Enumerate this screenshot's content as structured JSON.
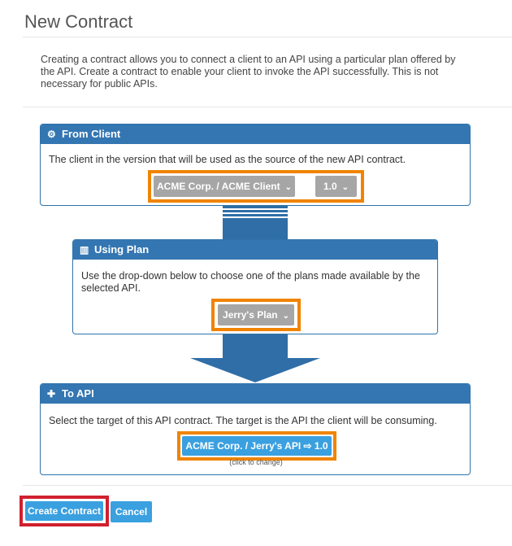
{
  "page": {
    "title": "New Contract"
  },
  "intro": {
    "text": "Creating a contract allows you to connect a client to an API using a particular plan offered by the API. Create a contract to enable your client to invoke the API successfully. This is not necessary for public APIs."
  },
  "from_client": {
    "title": "From Client",
    "icon": "gears-icon",
    "description": "The client in the version that will be used as the source of the new API contract.",
    "client_select": "ACME Corp. / ACME Client",
    "version_select": "1.0"
  },
  "using_plan": {
    "title": "Using Plan",
    "icon": "bar-chart-icon",
    "description": "Use the drop-down below to choose one of the plans made available by the selected API.",
    "plan_select": "Jerry's Plan"
  },
  "to_api": {
    "title": "To API",
    "icon": "puzzle-icon",
    "description": "Select the target of this API contract. The target is the API the client will be consuming.",
    "api_button": "ACME Corp. / Jerry's API ⇨ 1.0",
    "hint": "(click to change)"
  },
  "actions": {
    "create": "Create Contract",
    "cancel": "Cancel"
  },
  "colors": {
    "panel_blue": "#3476b2",
    "highlight_orange": "#f08400",
    "highlight_red": "#d0202e",
    "button_blue": "#3aa0e0"
  }
}
